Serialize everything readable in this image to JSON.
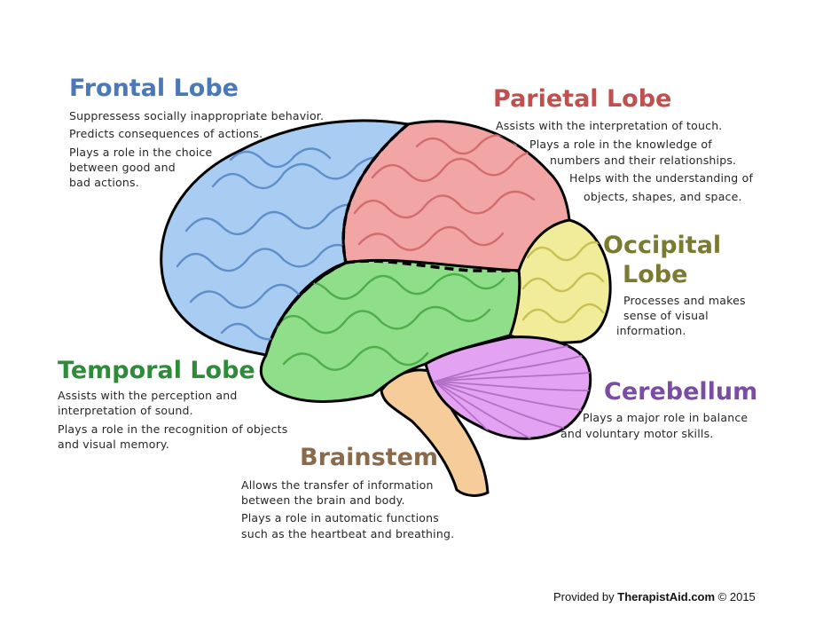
{
  "lobes": {
    "frontal": {
      "title": "Frontal Lobe",
      "color": "#4a78b8",
      "fill": "#a9cdf2",
      "line1": "Suppressess socially inappropriate behavior.",
      "line2": "Predicts consequences of actions.",
      "line3": "Plays a role in the choice",
      "line4": "between good and",
      "line5": "bad actions."
    },
    "parietal": {
      "title": "Parietal Lobe",
      "color": "#c0504d",
      "fill": "#f2a5a5",
      "line1": "Assists with the interpretation of touch.",
      "line2": "Plays a role in the knowledge of",
      "line3": "numbers and their relationships.",
      "line4": "Helps with the understanding of",
      "line5": "objects, shapes, and space."
    },
    "occipital": {
      "title_line1": "Occipital",
      "title_line2": "Lobe",
      "color": "#7a7a30",
      "fill": "#f0ec9a",
      "line1": "Processes and makes",
      "line2": "sense of visual",
      "line3": "information."
    },
    "temporal": {
      "title": "Temporal Lobe",
      "color": "#2e8b3a",
      "fill": "#8ede8a",
      "line1": "Assists with the perception and",
      "line2": "interpretation of sound.",
      "line3": "Plays a role in the recognition of objects",
      "line4": "and visual memory."
    },
    "cerebellum": {
      "title": "Cerebellum",
      "color": "#7b4ca3",
      "fill": "#e3a2f2",
      "line1": "Plays a major role in balance",
      "line2": "and voluntary motor skills."
    },
    "brainstem": {
      "title": "Brainstem",
      "color": "#8a6a4a",
      "fill": "#f5cc9a",
      "line1": "Allows the transfer of information",
      "line2": "between the brain and body.",
      "line3": "Plays a role in automatic functions",
      "line4": "such as the heartbeat and breathing."
    }
  },
  "credit": {
    "prefix": "Provided by ",
    "brand": "TherapistAid.com",
    "suffix": " © 2015"
  }
}
